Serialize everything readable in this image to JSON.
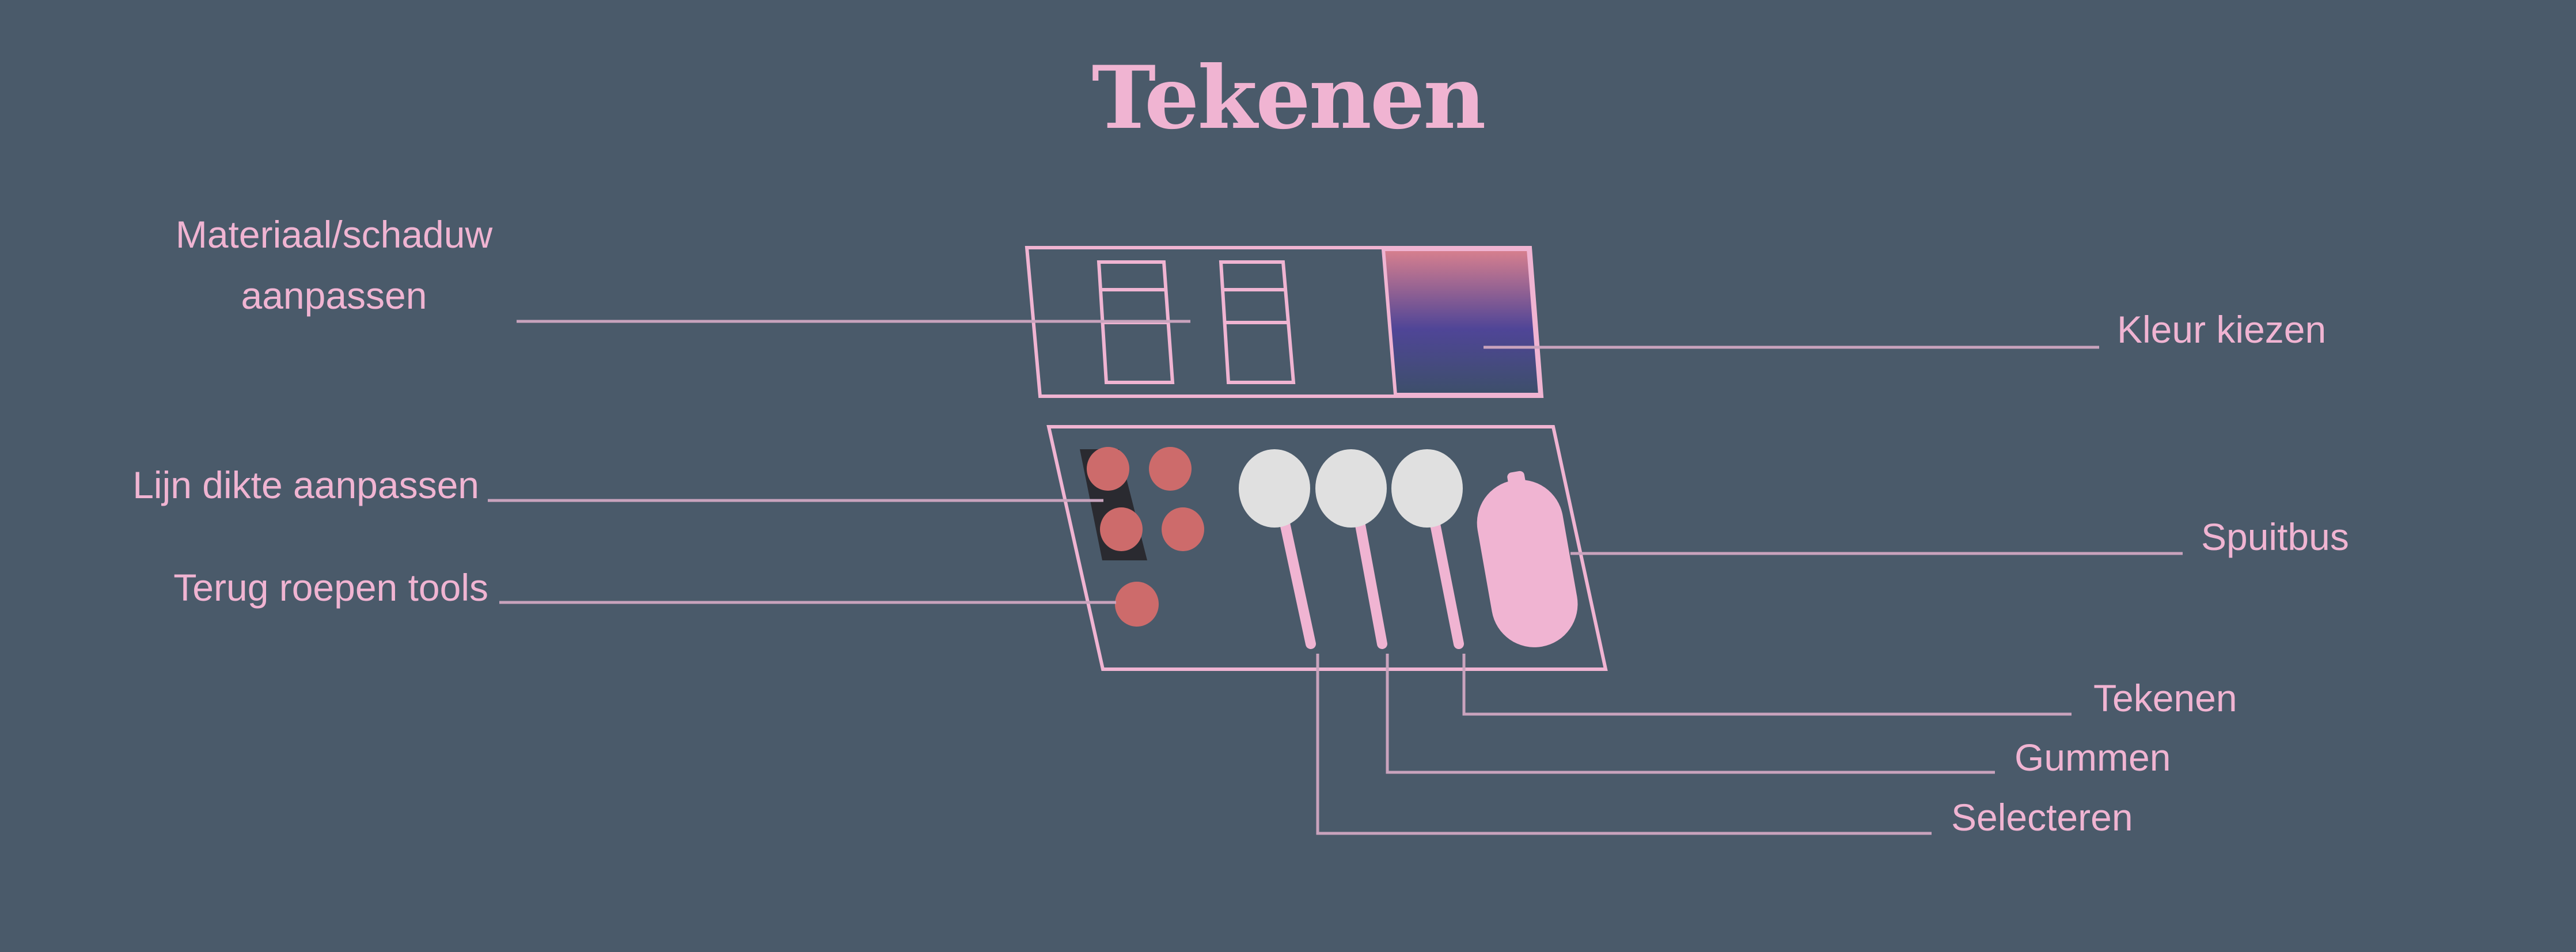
{
  "title": "Tekenen",
  "labels": {
    "material_line1": "Materiaal/schaduw",
    "material_line2": "aanpassen",
    "line_thickness": "Lijn dikte aanpassen",
    "recall_tools": "Terug roepen tools",
    "pick_color": "Kleur kiezen",
    "spray_can": "Spuitbus",
    "draw": "Tekenen",
    "erase": "Gummen",
    "select": "Selecteren"
  },
  "colors": {
    "background": "#4a5a6a",
    "accent_pink": "#f0b4d2",
    "leader_line": "#c9a3bd",
    "dot_red": "#cd6b6b",
    "knob_grey": "#e0e0e0",
    "gradient_top": "#d9808e",
    "gradient_mid": "#4f4597",
    "gradient_bottom": "#3d4f6a"
  }
}
